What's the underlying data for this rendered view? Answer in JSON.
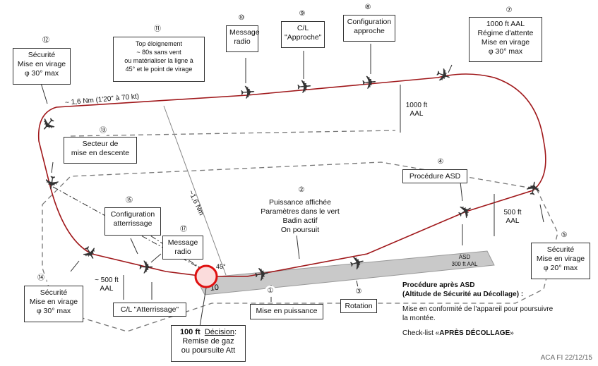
{
  "steps": {
    "s1": {
      "num": "①",
      "text": "Mise en puissance"
    },
    "s2": {
      "num": "②",
      "lines": [
        "Puissance affichée",
        "Paramètres dans le vert",
        "Badin actif",
        "On poursuit"
      ]
    },
    "s3": {
      "num": "③",
      "text": "Rotation"
    },
    "s4": {
      "num": "④",
      "text": "Procédure ASD"
    },
    "s5": {
      "num": "⑤",
      "lines": [
        "Sécurité",
        "Mise en virage",
        "φ 20° max"
      ]
    },
    "s7": {
      "num": "⑦",
      "lines": [
        "1000 ft AAL",
        "Régime d'attente",
        "Mise en virage",
        "φ 30° max"
      ]
    },
    "s8": {
      "num": "⑧",
      "lines": [
        "Configuration",
        "approche"
      ]
    },
    "s9": {
      "num": "⑨",
      "lines": [
        "C/L",
        "\"Approche\""
      ]
    },
    "s10": {
      "num": "⑩",
      "lines": [
        "Message",
        "radio"
      ]
    },
    "s11": {
      "num": "⑪",
      "lines": [
        "Top éloignement",
        "~ 80s sans vent",
        "ou matérialiser la ligne à",
        "45° et le point de virage"
      ]
    },
    "s12": {
      "num": "⑫",
      "lines": [
        "Sécurité",
        "Mise en virage",
        "φ 30° max"
      ]
    },
    "s13": {
      "num": "⑬",
      "lines": [
        "Secteur de",
        "mise en descente"
      ]
    },
    "s14": {
      "num": "⑭",
      "lines": [
        "Sécurité",
        "Mise en virage",
        "φ 30° max"
      ]
    },
    "s15": {
      "num": "⑮",
      "lines": [
        "Configuration",
        "atterrissage"
      ]
    },
    "s16": {
      "text": "C/L \"Atterrissage\""
    },
    "s17": {
      "num": "⑰",
      "lines": [
        "Message",
        "radio"
      ]
    }
  },
  "decision": {
    "bold": "100 ft",
    "underline": "Décision",
    "lines": [
      "Remise de gaz",
      "ou poursuite Att"
    ]
  },
  "labels": {
    "dist_top": "~ 1,6 Nm (1'20\" à 70 kt)",
    "dist_diag": "~1,6 Nm",
    "alt_1000": "1000 ft",
    "alt_1000_aal": "AAL",
    "alt_500": "500 ft",
    "alt_500_aal": "AAL",
    "alt_500_left": "~ 500 ft",
    "alt_500_left_aal": "AAL",
    "asd": "ASD",
    "asd_alt": "300 ft AAL",
    "angle": "45°",
    "runway_num": "10"
  },
  "asd_proc": {
    "title1": "Procédure après ASD",
    "title2": "(Altitude de Sécurité au Décollage) :",
    "body1": "Mise en conformité de l'appareil pour poursuivre",
    "body2": "la montée.",
    "checklist_prefix": "Check-list «",
    "checklist": "APRÈS DÉCOLLAGE",
    "checklist_suffix": "»"
  },
  "footer": "ACA FI 22/12/15",
  "colors": {
    "circuit": "#a0181b",
    "circle": "#e01010",
    "dashed": "#777777",
    "runway": "#bfbfbf"
  }
}
